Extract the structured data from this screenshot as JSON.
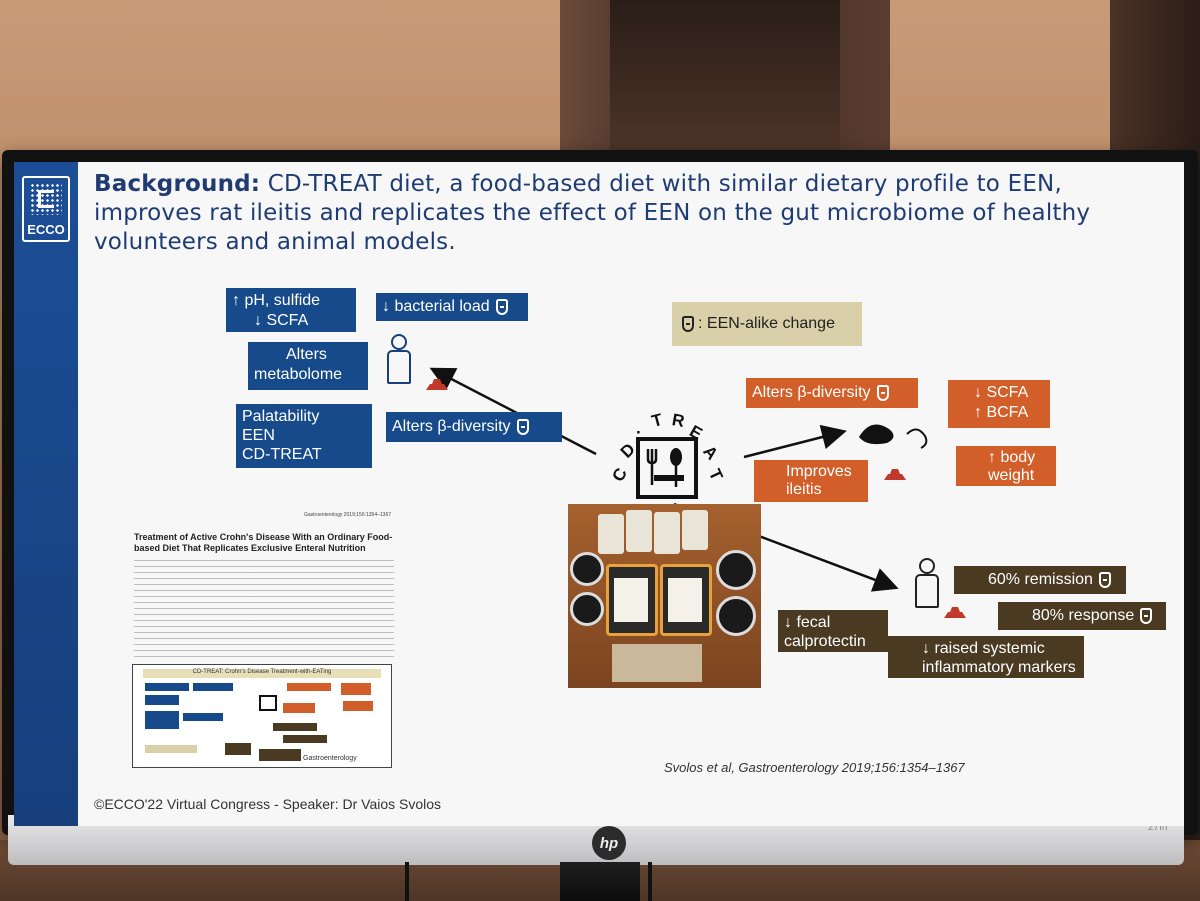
{
  "slide": {
    "logo_text": "ECCO",
    "title_bold": "Background:",
    "title_rest": " CD-TREAT diet, a food-based diet with similar dietary profile to EEN, improves rat ileitis and replicates the effect of EEN on the gut microbiome of healthy volunteers and animal models.",
    "footer": "©ECCO'22 Virtual Congress -  Speaker: Dr Vaios Svolos",
    "reference": "Svolos et al, Gastroenterology 2019;156:1354–1367",
    "logo_letters": [
      "C",
      "D",
      "·",
      "T",
      "R",
      "E",
      "A",
      "T"
    ]
  },
  "human_volunteers": {
    "ph_sulfide": "↑ pH, sulfide",
    "scfa": "↓ SCFA",
    "bacterial_load": "↓ bacterial load",
    "metabolome_1": "Alters",
    "metabolome_2": "metabolome",
    "palatability_1": "Palatability",
    "palatability_2": "EEN",
    "palatability_3": "CD-TREAT",
    "beta_diversity": "Alters β-diversity"
  },
  "legend": {
    "label": ": EEN-alike change"
  },
  "rats": {
    "beta_diversity": "Alters β-diversity",
    "scfa": "↓ SCFA",
    "bcfa": "↑ BCFA",
    "ileitis_1": "Improves",
    "ileitis_2": "ileitis",
    "weight_1": "↑ body",
    "weight_2": "weight"
  },
  "patients": {
    "remission": "60% remission",
    "response": "80% response",
    "calprotectin_1": "↓ fecal",
    "calprotectin_2": "calprotectin",
    "markers_1": "↓ raised systemic",
    "markers_2": "inflammatory markers"
  },
  "paper": {
    "journal": "Gastroenterology 2019;156:1354–1367",
    "title": "Treatment of Active Crohn's Disease With an Ordinary Food-based Diet That Replicates Exclusive Enteral Nutrition",
    "figure_title": "CD-TREAT: Crohn's Disease Treatment-with-EATing",
    "journal_name": "Gastroenterology"
  },
  "monitor": {
    "brand": "hp",
    "model": "27fh"
  },
  "colors": {
    "blue": "#164a8b",
    "orange": "#d25f29",
    "brown": "#4a3a22",
    "khaki": "#d9cfa8"
  }
}
